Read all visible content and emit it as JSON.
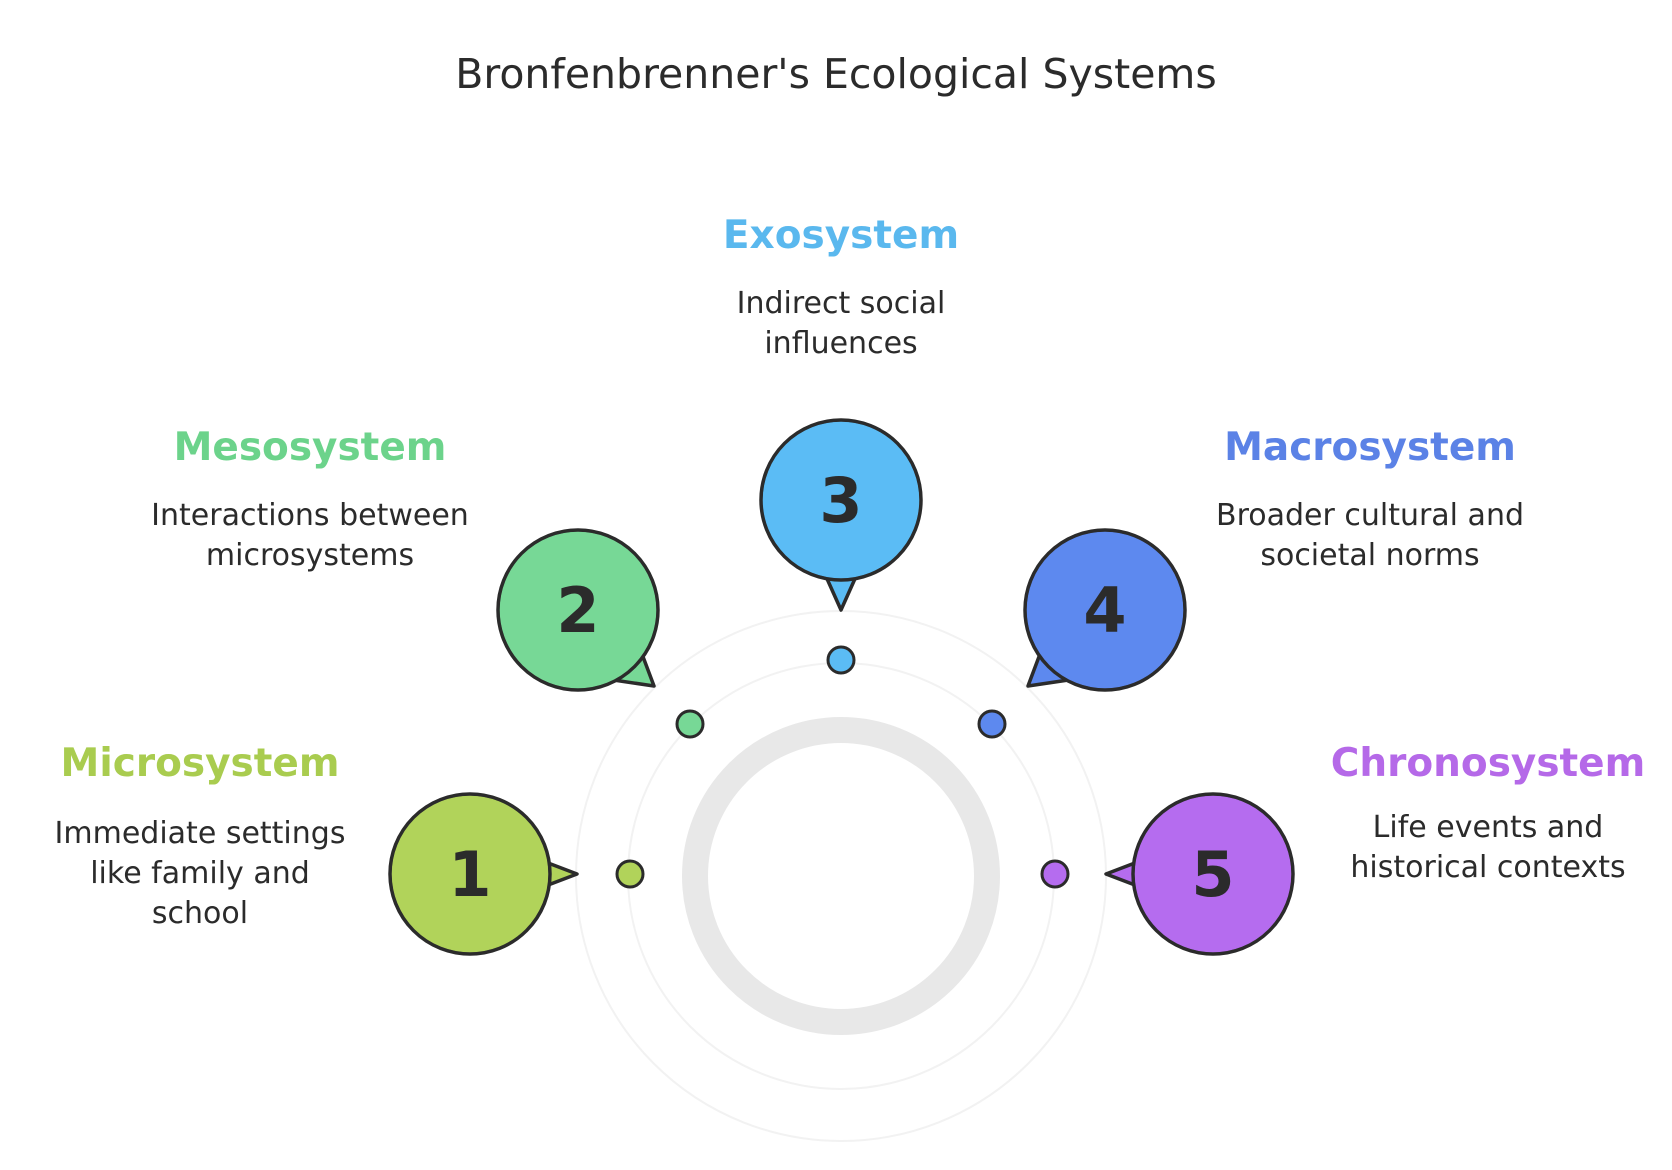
{
  "title": "Bronfenbrenner's Ecological Systems",
  "colors": {
    "outline": "#2b2b2b",
    "ring": "#e8e8e8",
    "faint_ring": "#f2f2f2"
  },
  "systems": [
    {
      "number": "1",
      "name": "Microsystem",
      "description": "Immediate settings like family and school",
      "color": "#b1d35a",
      "label_color": "#a9cc4f"
    },
    {
      "number": "2",
      "name": "Mesosystem",
      "description": "Interactions between microsystems",
      "color": "#77d896",
      "label_color": "#6cd38b"
    },
    {
      "number": "3",
      "name": "Exosystem",
      "description": "Indirect social influences",
      "color": "#5bbcf5",
      "label_color": "#5ab8ee"
    },
    {
      "number": "4",
      "name": "Macrosystem",
      "description": "Broader cultural and societal norms",
      "color": "#5d89ef",
      "label_color": "#5b82e6"
    },
    {
      "number": "5",
      "name": "Chronosystem",
      "description": "Life events and historical contexts",
      "color": "#b56cef",
      "label_color": "#b569e8"
    }
  ]
}
